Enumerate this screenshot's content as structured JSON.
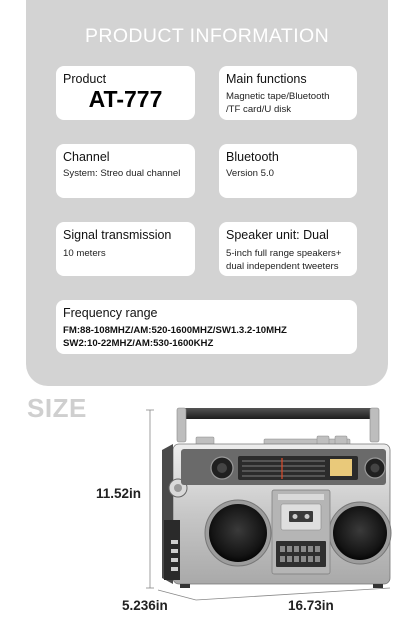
{
  "header": {
    "title": "PRODUCT INFORMATION"
  },
  "specs": {
    "product": {
      "label": "Product",
      "value": "AT-777"
    },
    "main_functions": {
      "label": "Main functions",
      "line1": "Magnetic tape/Bluetooth",
      "line2": "/TF card/U disk"
    },
    "channel": {
      "label": "Channel",
      "value": "System: Streo dual channel"
    },
    "bluetooth": {
      "label": "Bluetooth",
      "value": "Version 5.0"
    },
    "signal": {
      "label": "Signal transmission",
      "value": "10 meters"
    },
    "speaker": {
      "label": "Speaker unit: Dual",
      "line1": "5-inch full range speakers+",
      "line2": "dual independent tweeters"
    },
    "frequency": {
      "label": "Frequency range",
      "line1": "FM:88-108MHZ/AM:520-1600MHZ/SW1.3.2-10MHZ",
      "line2": "SW2:10-22MHZ/AM:530-1600KHZ"
    }
  },
  "size": {
    "title": "SIZE",
    "height": "11.52in",
    "depth": "5.236in",
    "width": "16.73in"
  },
  "colors": {
    "panel": "#d3d3d3",
    "card": "#ffffff",
    "size_title": "#cfcfcf"
  },
  "product_image": {
    "name": "silver-boombox-radio"
  }
}
